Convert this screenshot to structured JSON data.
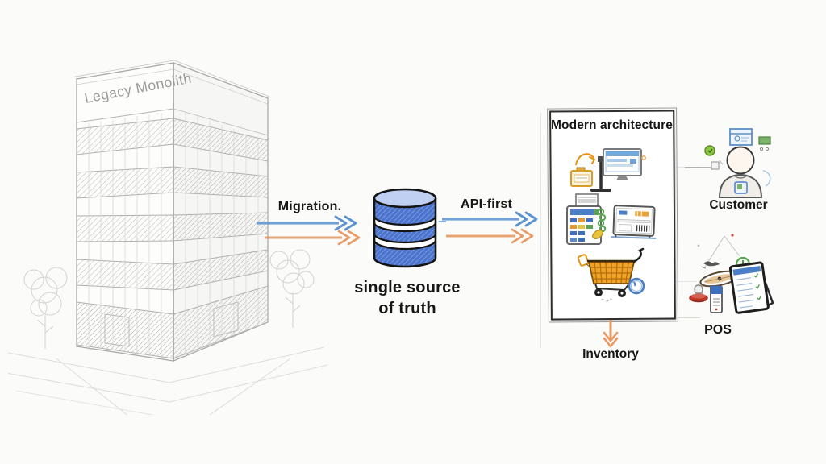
{
  "legacy": {
    "label": "Legacy Monolith"
  },
  "migration": {
    "label": "Migration."
  },
  "database": {
    "caption_line1": "single source",
    "caption_line2": "of truth"
  },
  "api": {
    "label": "API-first"
  },
  "modern": {
    "title": "Modern architecture",
    "components": [
      "barcode-scanner",
      "pole-stand",
      "desktop-monitor",
      "pos-register",
      "receipt-printer",
      "shopping-cart",
      "magnifier-ring",
      "price-tag"
    ]
  },
  "outputs": {
    "inventory_label": "Inventory",
    "customer_label": "Customer",
    "pos_label": "POS"
  },
  "icons": [
    "legacy-building-sketch",
    "tree-sketch",
    "arrow-right-blue",
    "arrow-right-orange",
    "database-cylinder",
    "arrow-down-orange",
    "customer-avatar",
    "browser-window",
    "ad-badge",
    "green-dot",
    "clock",
    "stamp",
    "card-reader",
    "tablet-on-stand",
    "surfboard-item"
  ],
  "colors": {
    "bg": "#fbfbfa",
    "arrow_blue": "#5b93cf",
    "arrow_orange": "#e89a62",
    "db_blue": "#4a74ce",
    "db_light": "#bfd0f2",
    "cart_orange": "#e8930f",
    "green": "#58a552",
    "ui_blue": "#4a7fc8",
    "monitor_blue": "#5b9bd5",
    "ink": "#161616",
    "sketch": "#adadad"
  }
}
